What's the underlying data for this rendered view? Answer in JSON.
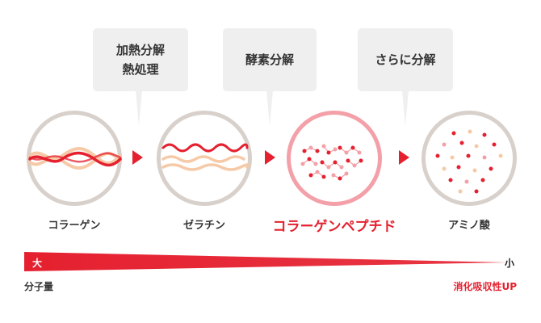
{
  "bubbles": [
    {
      "text": "加熱分解\n熱処理"
    },
    {
      "text": "酵素分解"
    },
    {
      "text": "さらに分解"
    }
  ],
  "stages": [
    {
      "label": "コラーゲン"
    },
    {
      "label": "ゼラチン"
    },
    {
      "label": "コラーゲンペプチド"
    },
    {
      "label": "アミノ酸"
    }
  ],
  "scale": {
    "left_mark": "大",
    "right_mark": "小",
    "left_caption": "分子量",
    "right_caption": "消化吸収性UP"
  },
  "colors": {
    "accent": "#e5202f",
    "light_red": "#f3a0a8",
    "peach": "#f6c9a7",
    "circle_border": "#d8d0cb",
    "bubble_bg": "#efefef"
  }
}
